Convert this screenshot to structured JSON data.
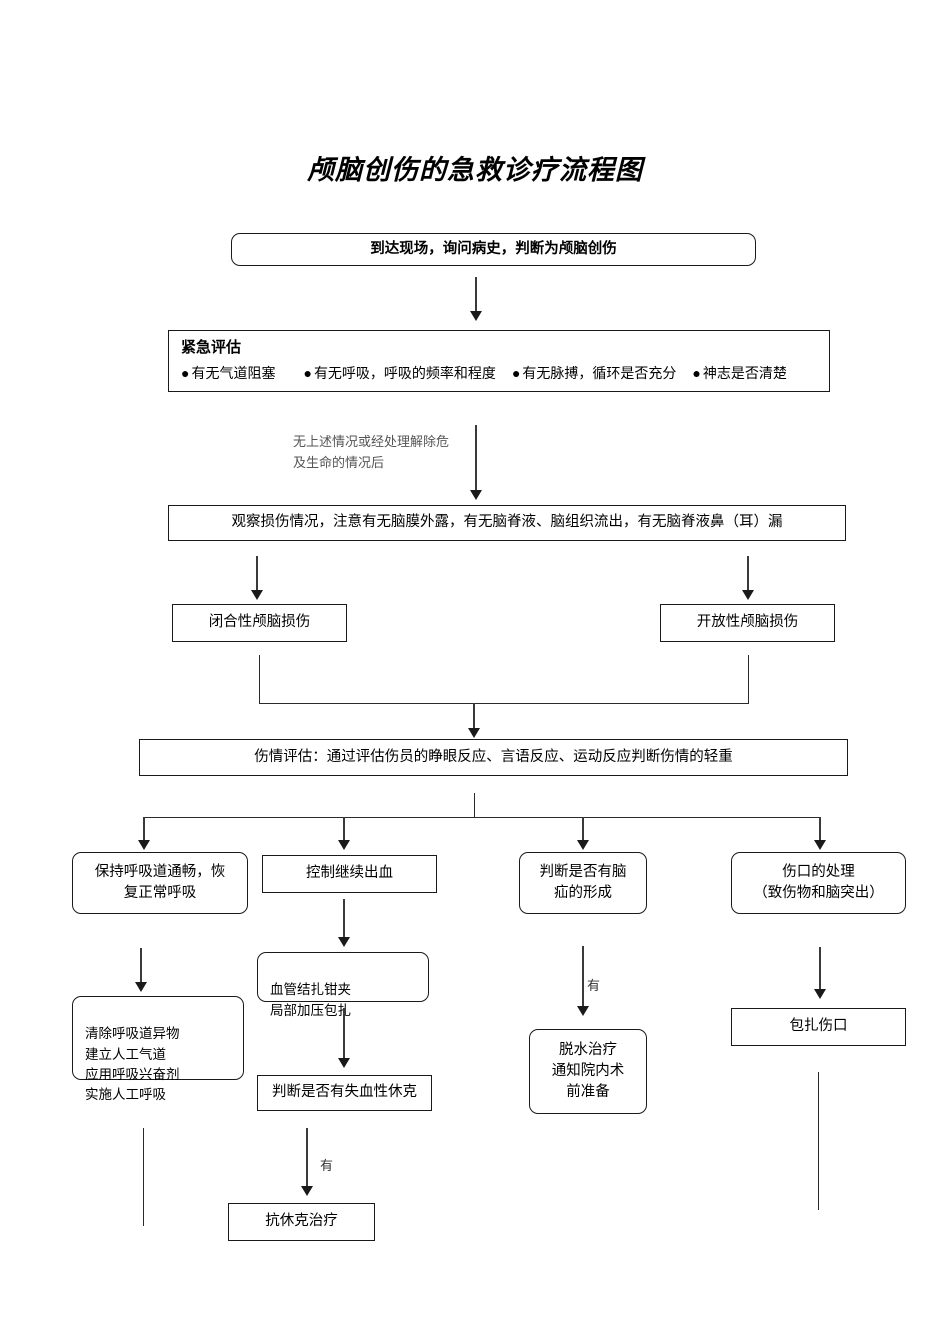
{
  "document": {
    "title": "颅脑创伤的急救诊疗流程图"
  },
  "nodes": {
    "arrival": "到达现场，询问病史，判断为颅脑创伤",
    "emergency_assessment": {
      "heading": "紧急评估",
      "items": [
        "有无气道阻塞",
        "有无呼吸，呼吸的频率和程度",
        "有无脉搏，循环是否充分",
        "神志是否清楚"
      ]
    },
    "observe_injury": "观察损伤情况，注意有无脑膜外露，有无脑脊液、脑组织流出，有无脑脊液鼻（耳）漏",
    "closed_injury": "闭合性颅脑损伤",
    "open_injury": "开放性颅脑损伤",
    "injury_assessment": "伤情评估：通过评估伤员的睁眼反应、言语反应、运动反应判断伤情的轻重",
    "branch1": "保持呼吸道通畅，恢\n复正常呼吸",
    "branch2": "控制继续出血",
    "branch3": "判断是否有脑\n疝的形成",
    "branch4": "伤口的处理\n（致伤物和脑突出）",
    "airway_actions": "清除呼吸道异物\n建立人工气道\n应用呼吸兴奋剂\n实施人工呼吸",
    "hemostasis": "血管结扎钳夹\n局部加压包扎",
    "shock_check": "判断是否有失血性休克",
    "anti_shock": "抗休克治疗",
    "dehydration": "脱水治疗\n通知院内术\n前准备",
    "wound_dressing": "包扎伤口"
  },
  "edge_labels": {
    "after_assessment_note": "无上述情况或经处理解除危\n及生命的情况后",
    "shock_yes": "有",
    "hernia_yes": "有"
  },
  "colors": {
    "line": "#2b2b2b",
    "text": "#000000",
    "note_text": "#555555",
    "background": "#ffffff"
  }
}
